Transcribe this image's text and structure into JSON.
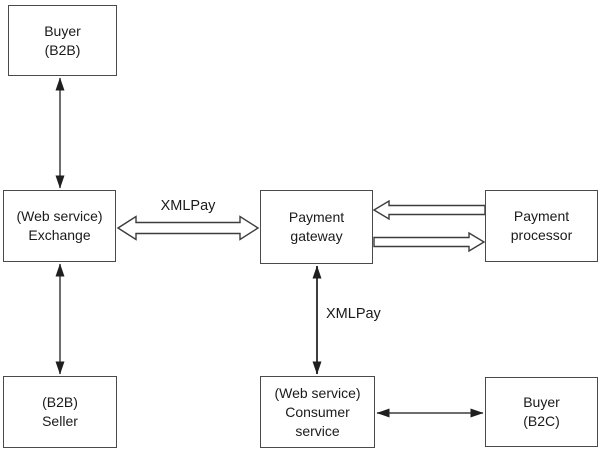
{
  "diagram": {
    "nodes": {
      "buyer_b2b": {
        "line1": "Buyer",
        "line2": "(B2B)"
      },
      "exchange": {
        "line1": "(Web service)",
        "line2": "Exchange"
      },
      "seller": {
        "line1": "(B2B)",
        "line2": "Seller"
      },
      "gateway": {
        "line1": "Payment",
        "line2": "gateway"
      },
      "processor": {
        "line1": "Payment",
        "line2": "processor"
      },
      "consumer": {
        "line1": "(Web service)",
        "line2": "Consumer",
        "line3": "service"
      },
      "buyer_b2c": {
        "line1": "Buyer",
        "line2": "(B2C)"
      }
    },
    "edge_labels": {
      "exchange_gateway": "XMLPay",
      "gateway_consumer": "XMLPay"
    },
    "edges": [
      {
        "from": "buyer_b2b",
        "to": "exchange",
        "style": "thin-line",
        "direction": "both"
      },
      {
        "from": "exchange",
        "to": "seller",
        "style": "thin-line",
        "direction": "both"
      },
      {
        "from": "exchange",
        "to": "gateway",
        "style": "hollow-block",
        "direction": "both",
        "label": "XMLPay"
      },
      {
        "from": "processor",
        "to": "gateway",
        "style": "hollow-block",
        "direction": "to-gateway"
      },
      {
        "from": "gateway",
        "to": "processor",
        "style": "hollow-block",
        "direction": "to-processor"
      },
      {
        "from": "gateway",
        "to": "consumer",
        "style": "thin-line",
        "direction": "both",
        "label": "XMLPay"
      },
      {
        "from": "consumer",
        "to": "buyer_b2c",
        "style": "thin-line",
        "direction": "both"
      }
    ],
    "colors": {
      "background": "#ffffff",
      "box_border": "#4a4a4a",
      "line": "#3d3d3d",
      "text": "#1a1a1a",
      "box_fill": "#ffffff"
    }
  }
}
